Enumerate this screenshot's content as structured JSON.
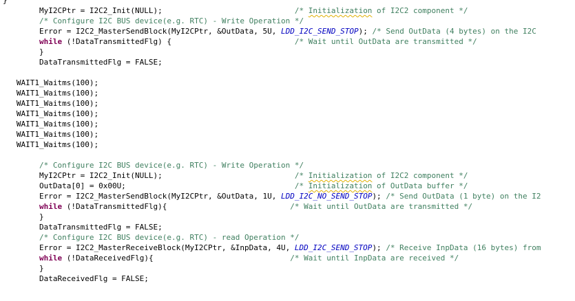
{
  "colors": {
    "comment": "#3f7f5f",
    "keyword": "#7f0055",
    "macro": "#0000c0",
    "plain": "#000000",
    "background": "#ffffff",
    "top_marker": "#e87b00"
  },
  "editor": {
    "lines": [
      {
        "tokens": [
          {
            "text": "}",
            "kind": "plain"
          }
        ]
      },
      {
        "tokens": [
          {
            "text": "        MyI2CPtr = I2C2_Init(NULL);",
            "kind": "plain"
          },
          {
            "text": "                             /* ",
            "kind": "comment"
          },
          {
            "text": "Initialization",
            "kind": "comment",
            "spell": true
          },
          {
            "text": " of I2C2 component */",
            "kind": "comment"
          }
        ]
      },
      {
        "tokens": [
          {
            "text": "        /* Configure I2C BUS device(e.g. RTC) - Write Operation */",
            "kind": "comment"
          }
        ]
      },
      {
        "tokens": [
          {
            "text": "        Error = I2C2_MasterSendBlock(MyI2CPtr, &OutData, 5U, ",
            "kind": "plain"
          },
          {
            "text": "LDD_I2C_SEND_STOP",
            "kind": "macro"
          },
          {
            "text": "); ",
            "kind": "plain"
          },
          {
            "text": "/* Send OutData (4 bytes) on the I2C",
            "kind": "comment"
          }
        ]
      },
      {
        "tokens": [
          {
            "text": "        ",
            "kind": "plain"
          },
          {
            "text": "while",
            "kind": "keyword"
          },
          {
            "text": " (!DataTransmittedFlg) {",
            "kind": "plain"
          },
          {
            "text": "                           /* Wait until OutData are transmitted */",
            "kind": "comment"
          }
        ]
      },
      {
        "tokens": [
          {
            "text": "        }",
            "kind": "plain"
          }
        ]
      },
      {
        "tokens": [
          {
            "text": "        DataTransmittedFlg = FALSE;",
            "kind": "plain"
          }
        ]
      },
      {
        "tokens": [
          {
            "text": "",
            "kind": "plain"
          }
        ]
      },
      {
        "tokens": [
          {
            "text": "   WAIT1_Waitms(100);",
            "kind": "plain"
          }
        ]
      },
      {
        "tokens": [
          {
            "text": "   WAIT1_Waitms(100);",
            "kind": "plain"
          }
        ]
      },
      {
        "tokens": [
          {
            "text": "   WAIT1_Waitms(100);",
            "kind": "plain"
          }
        ]
      },
      {
        "tokens": [
          {
            "text": "   WAIT1_Waitms(100);",
            "kind": "plain"
          }
        ]
      },
      {
        "tokens": [
          {
            "text": "   WAIT1_Waitms(100);",
            "kind": "plain"
          }
        ]
      },
      {
        "tokens": [
          {
            "text": "   WAIT1_Waitms(100);",
            "kind": "plain"
          }
        ]
      },
      {
        "tokens": [
          {
            "text": "   WAIT1_Waitms(100);",
            "kind": "plain"
          }
        ]
      },
      {
        "tokens": [
          {
            "text": "",
            "kind": "plain"
          }
        ]
      },
      {
        "tokens": [
          {
            "text": "        /* Configure I2C BUS device(e.g. RTC) - Write Operation */",
            "kind": "comment"
          }
        ]
      },
      {
        "tokens": [
          {
            "text": "        MyI2CPtr = I2C2_Init(NULL);",
            "kind": "plain"
          },
          {
            "text": "                             /* ",
            "kind": "comment"
          },
          {
            "text": "Initialization",
            "kind": "comment",
            "spell": true
          },
          {
            "text": " of I2C2 component */",
            "kind": "comment"
          }
        ]
      },
      {
        "tokens": [
          {
            "text": "        OutData[0] = 0x00U;",
            "kind": "plain"
          },
          {
            "text": "                                     /* ",
            "kind": "comment"
          },
          {
            "text": "Initialization",
            "kind": "comment",
            "spell": true
          },
          {
            "text": " of OutData buffer */",
            "kind": "comment"
          }
        ]
      },
      {
        "tokens": [
          {
            "text": "        Error = I2C2_MasterSendBlock(MyI2CPtr, &OutData, 1U, ",
            "kind": "plain"
          },
          {
            "text": "LDD_I2C_NO_SEND_STOP",
            "kind": "macro"
          },
          {
            "text": "); ",
            "kind": "plain"
          },
          {
            "text": "/* Send OutData (1 byte) on the I2",
            "kind": "comment"
          }
        ]
      },
      {
        "tokens": [
          {
            "text": "        ",
            "kind": "plain"
          },
          {
            "text": "while",
            "kind": "keyword"
          },
          {
            "text": " (!DataTransmittedFlg){",
            "kind": "plain"
          },
          {
            "text": "                           /* Wait until OutData are transmitted */",
            "kind": "comment"
          }
        ]
      },
      {
        "tokens": [
          {
            "text": "        }",
            "kind": "plain"
          }
        ]
      },
      {
        "tokens": [
          {
            "text": "        DataTransmittedFlg = FALSE;",
            "kind": "plain"
          }
        ]
      },
      {
        "tokens": [
          {
            "text": "        /* Configure I2C BUS device(e.g. RTC) - read Operation */",
            "kind": "comment"
          }
        ]
      },
      {
        "tokens": [
          {
            "text": "        Error = I2C2_MasterReceiveBlock(MyI2CPtr, &InpData, 4U, ",
            "kind": "plain"
          },
          {
            "text": "LDD_I2C_SEND_STOP",
            "kind": "macro"
          },
          {
            "text": "); ",
            "kind": "plain"
          },
          {
            "text": "/* Receive InpData (16 bytes) from",
            "kind": "comment"
          }
        ]
      },
      {
        "tokens": [
          {
            "text": "        ",
            "kind": "plain"
          },
          {
            "text": "while",
            "kind": "keyword"
          },
          {
            "text": " (!DataReceivedFlg){",
            "kind": "plain"
          },
          {
            "text": "                              /* Wait until InpData are received */",
            "kind": "comment"
          }
        ]
      },
      {
        "tokens": [
          {
            "text": "        }",
            "kind": "plain"
          }
        ]
      },
      {
        "tokens": [
          {
            "text": "        DataReceivedFlg = FALSE;",
            "kind": "plain"
          }
        ]
      }
    ]
  }
}
